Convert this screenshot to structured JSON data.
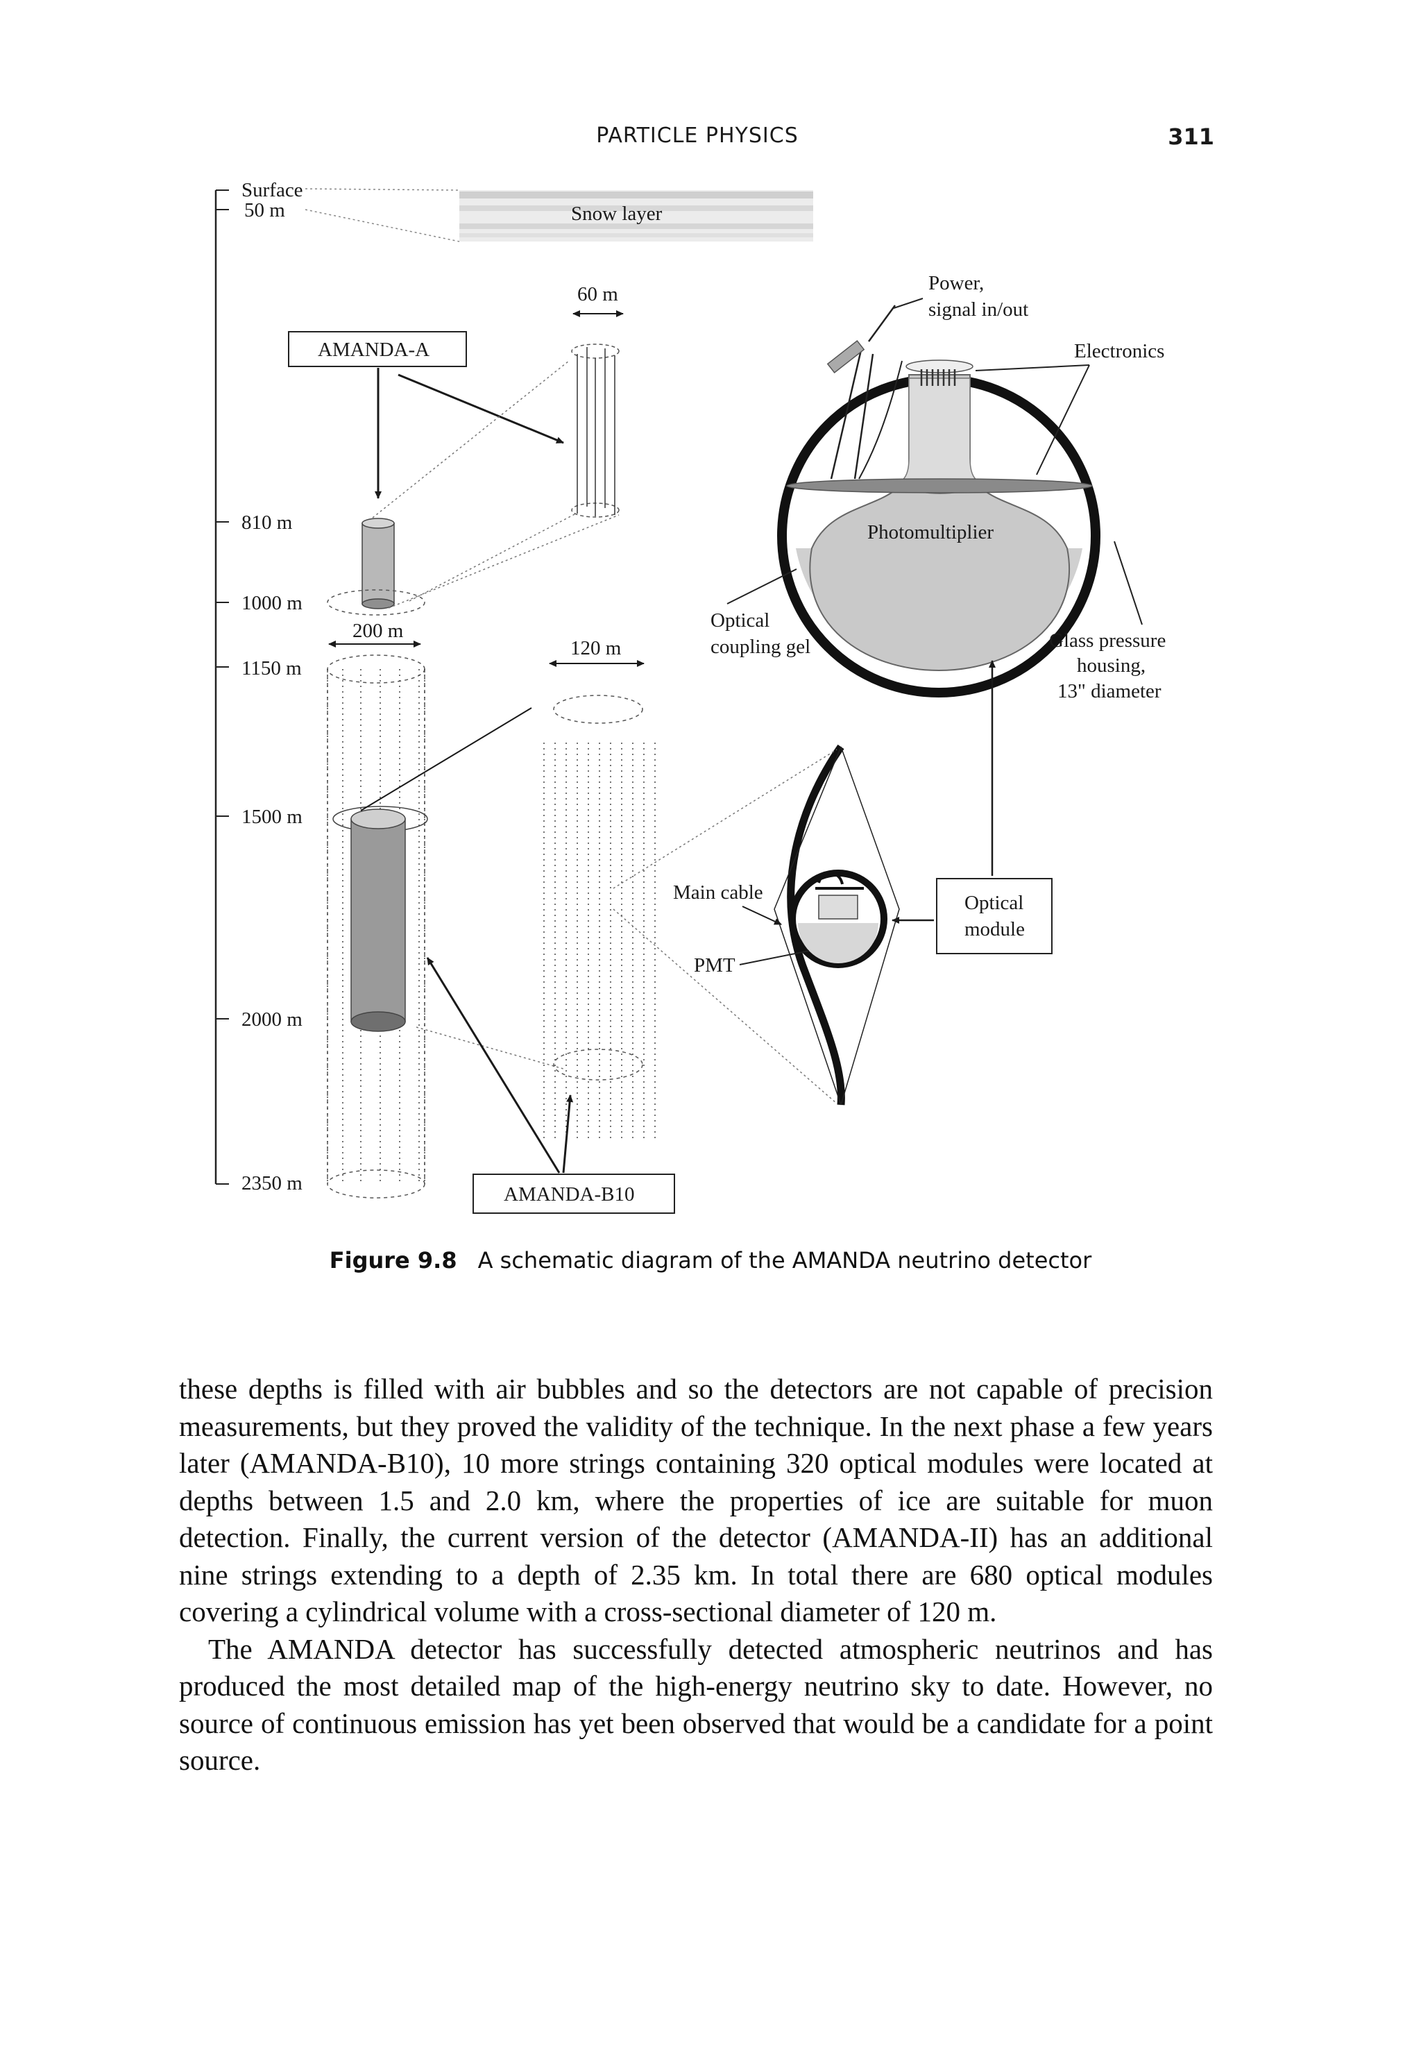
{
  "header": {
    "running_title": "PARTICLE PHYSICS",
    "page_number": "311"
  },
  "figure": {
    "depth_labels": [
      "Surface",
      "50 m",
      "810 m",
      "1000 m",
      "1150 m",
      "1500 m",
      "2000 m",
      "2350 m"
    ],
    "snow_layer": "Snow layer",
    "amanda_a": "AMANDA-A",
    "amanda_b10": "AMANDA-B10",
    "dim_60": "60 m",
    "dim_200": "200 m",
    "dim_120": "120 m",
    "power_line1": "Power,",
    "power_line2": "signal in/out",
    "electronics": "Electronics",
    "photomultiplier": "Photomultiplier",
    "gel_line1": "Optical",
    "gel_line2": "coupling gel",
    "glass_line1": "Glass pressure",
    "glass_line2": "housing,",
    "glass_line3": "13\" diameter",
    "main_cable": "Main cable",
    "pmt": "PMT",
    "om_line1": "Optical",
    "om_line2": "module"
  },
  "caption": {
    "label": "Figure 9.8",
    "text": "A schematic diagram of the AMANDA neutrino detector"
  },
  "body": {
    "paragraph1": "these depths is filled with air bubbles and so the detectors are not capable of precision measurements, but they proved the validity of the technique. In the next phase a few years later (AMANDA-B10), 10 more strings containing 320 optical modules were located at depths between 1.5 and 2.0 km, where the properties of ice are suitable for muon detection. Finally, the current version of the detector (AMANDA-II) has an additional nine strings extending to a depth of 2.35 km. In total there are 680 optical modules covering a cylindrical volume with a cross-sectional diameter of 120 m.",
    "paragraph2": "The AMANDA detector has successfully detected atmospheric neutrinos and has produced the most detailed map of the high-energy neutrino sky to date. However, no source of continuous emission has yet been observed that would be a candidate for a point source."
  }
}
